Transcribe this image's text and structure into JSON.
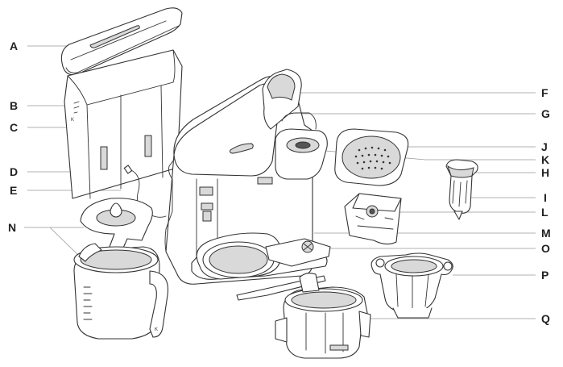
{
  "callouts": {
    "A": "A",
    "B": "B",
    "C": "C",
    "D": "D",
    "E": "E",
    "N": "N",
    "F": "F",
    "G": "G",
    "J": "J",
    "K": "K",
    "H": "H",
    "I": "I",
    "L": "L",
    "M": "M",
    "O": "O",
    "P": "P",
    "Q": "Q"
  },
  "colors": {
    "line": "#333333",
    "leader": "#999999",
    "shade": "#d9d9d9"
  }
}
